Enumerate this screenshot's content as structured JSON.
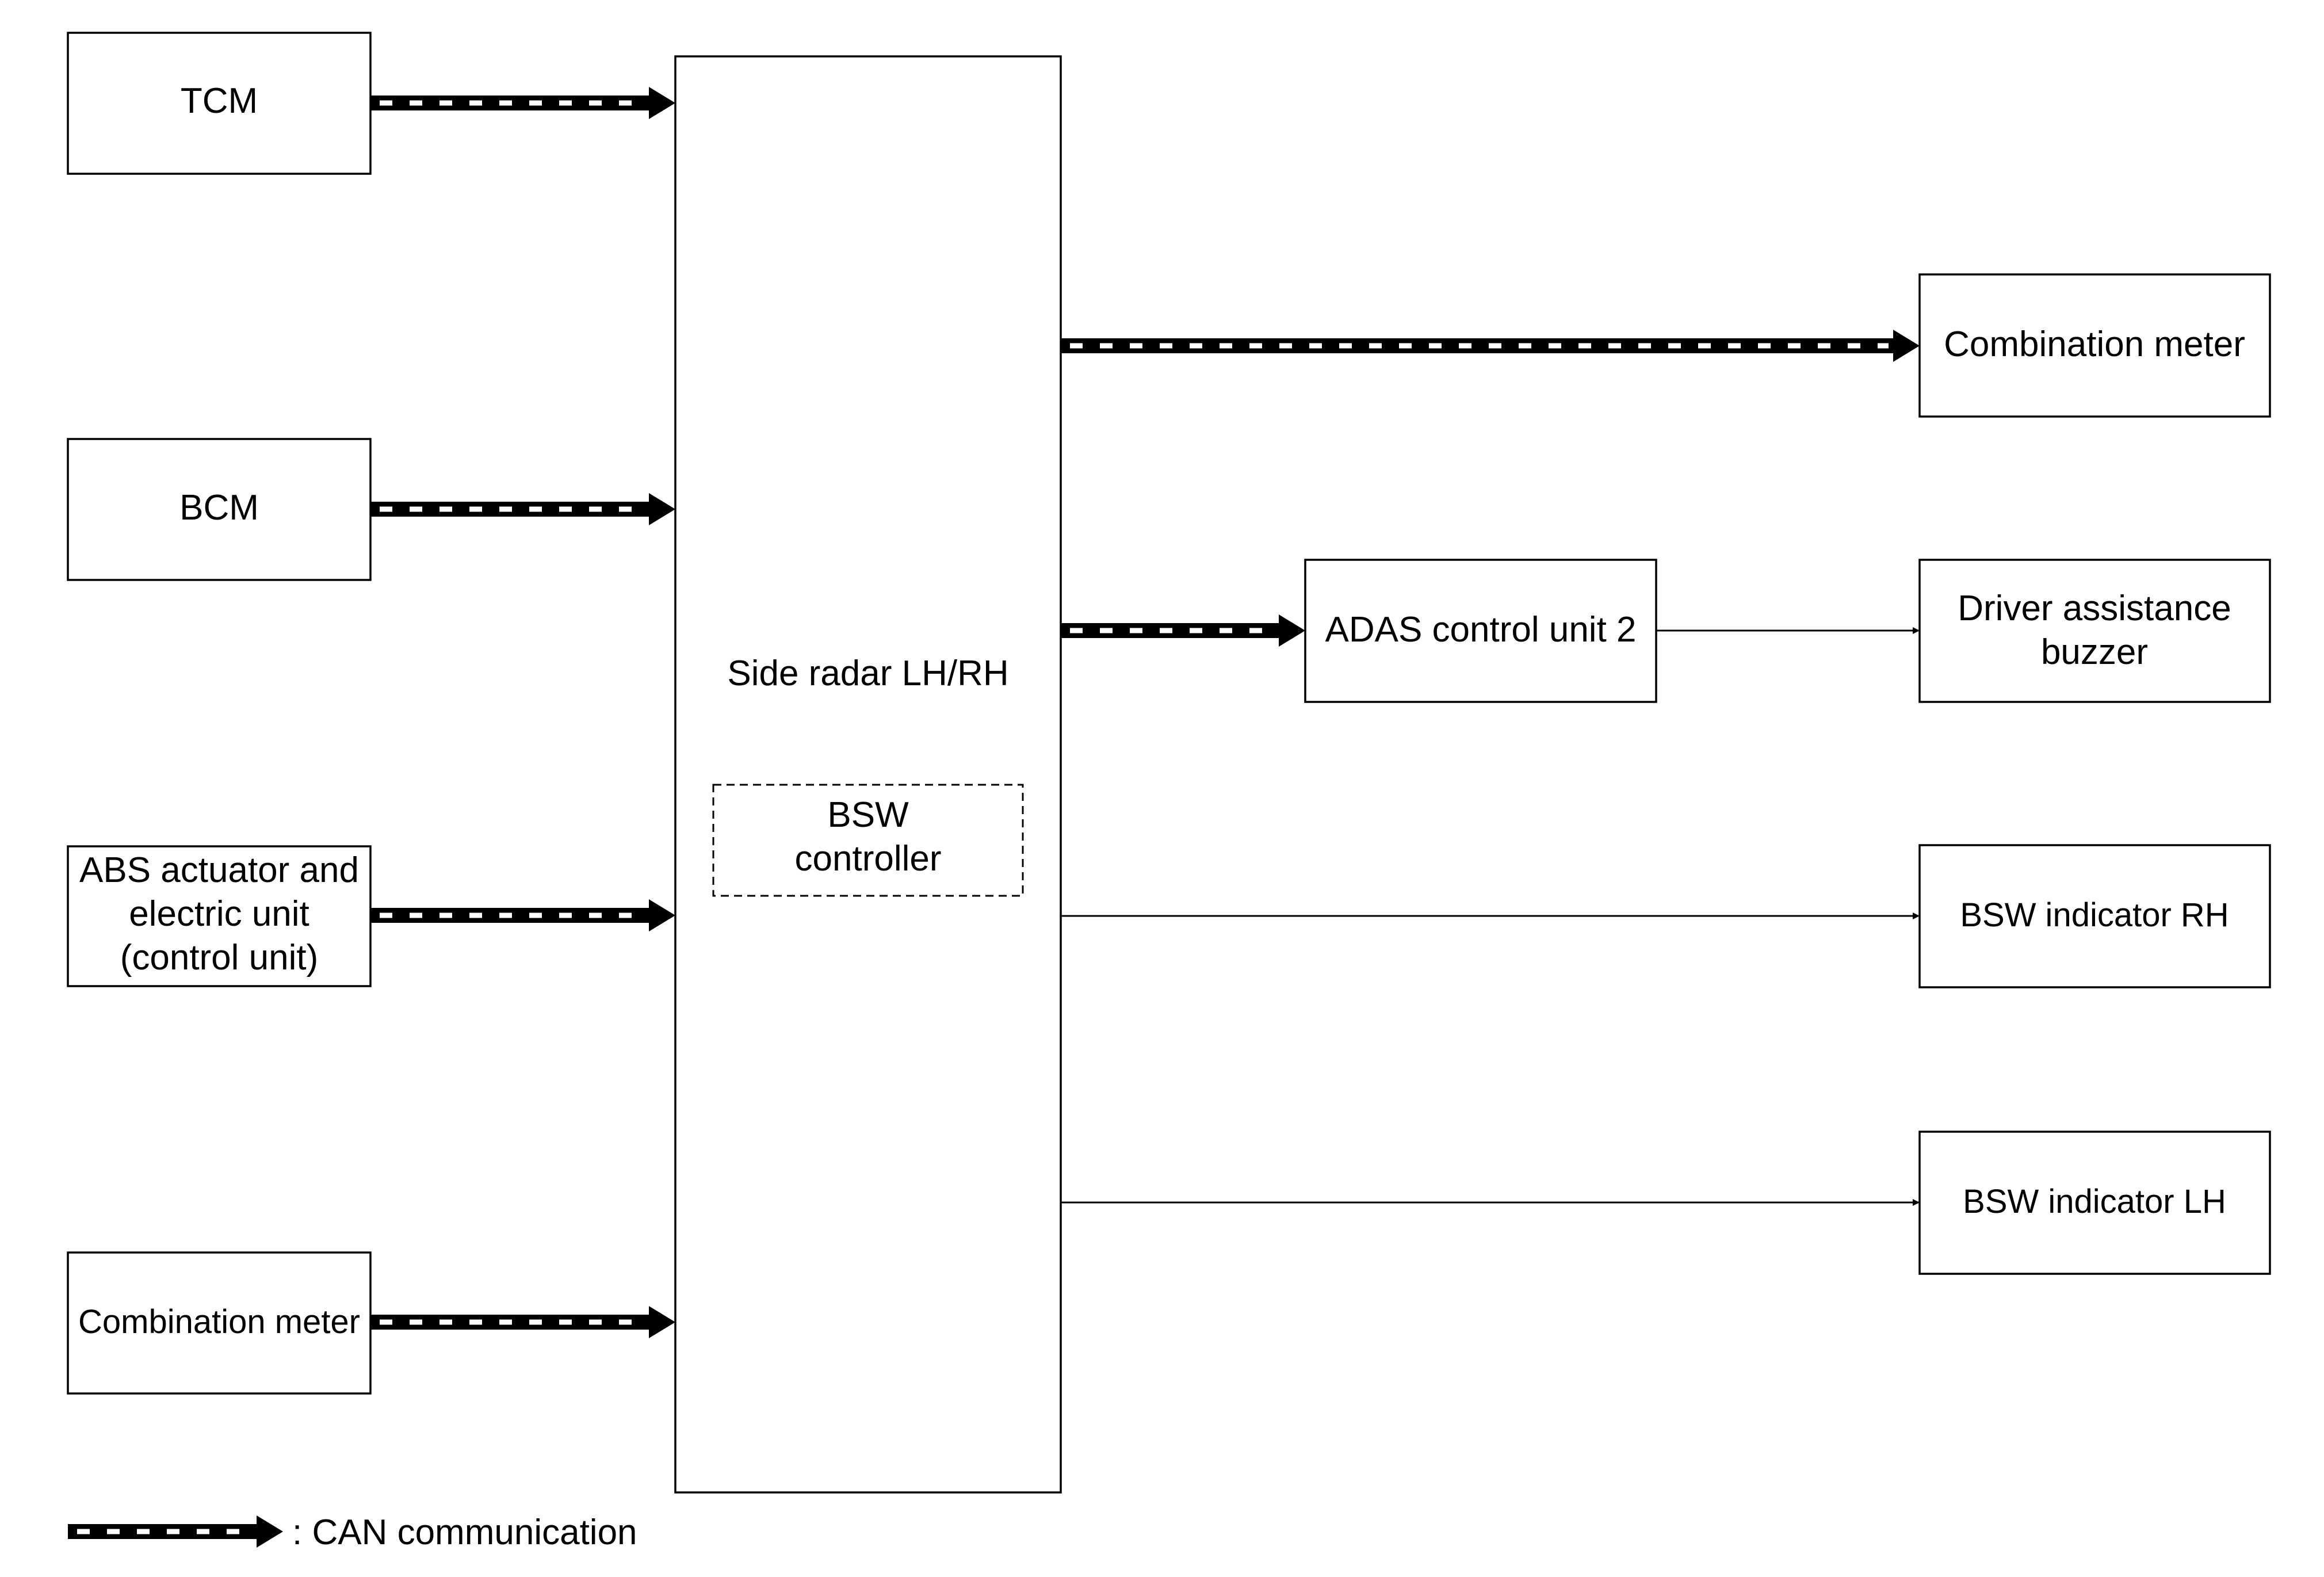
{
  "colors": {
    "stroke": "#000000",
    "background": "#ffffff",
    "can_dash": "#ffffff"
  },
  "inputs": {
    "tcm": "TCM",
    "bcm": "BCM",
    "abs": [
      "ABS actuator and",
      "electric unit",
      "(control unit)"
    ],
    "combination_meter": "Combination meter"
  },
  "center": {
    "side_radar": "Side radar LH/RH",
    "bsw_controller": [
      "BSW",
      "controller"
    ]
  },
  "outputs": {
    "combination_meter": "Combination meter",
    "adas_control_unit": "ADAS control unit 2",
    "driver_assistance_buzzer": [
      "Driver assistance",
      "buzzer"
    ],
    "bsw_indicator_rh": "BSW indicator RH",
    "bsw_indicator_lh": "BSW indicator LH"
  },
  "legend": {
    "can_label": ": CAN communication"
  },
  "links": [
    {
      "from": "TCM",
      "to": "Side radar LH/RH",
      "type": "CAN communication"
    },
    {
      "from": "BCM",
      "to": "Side radar LH/RH",
      "type": "CAN communication"
    },
    {
      "from": "ABS actuator and electric unit (control unit)",
      "to": "Side radar LH/RH",
      "type": "CAN communication"
    },
    {
      "from": "Combination meter",
      "to": "Side radar LH/RH",
      "type": "CAN communication"
    },
    {
      "from": "Side radar LH/RH",
      "to": "Combination meter",
      "type": "CAN communication"
    },
    {
      "from": "Side radar LH/RH",
      "to": "ADAS control unit 2",
      "type": "CAN communication"
    },
    {
      "from": "ADAS control unit 2",
      "to": "Driver assistance buzzer",
      "type": "signal"
    },
    {
      "from": "Side radar LH/RH",
      "to": "BSW indicator RH",
      "type": "signal"
    },
    {
      "from": "Side radar LH/RH",
      "to": "BSW indicator LH",
      "type": "signal"
    }
  ]
}
